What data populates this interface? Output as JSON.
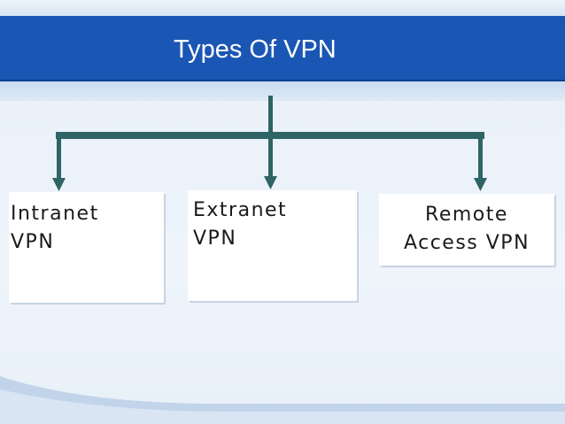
{
  "title": "Types Of VPN",
  "boxes": {
    "intranet": {
      "label": "Intranet\nVPN"
    },
    "extranet": {
      "label": "Extranet\nVPN"
    },
    "remote": {
      "label": "Remote\nAccess VPN"
    }
  },
  "colors": {
    "title_bar": "#1a56b4",
    "title_text": "#ffffff",
    "connector": "#2f6466",
    "box_fill": "#ffffff"
  }
}
